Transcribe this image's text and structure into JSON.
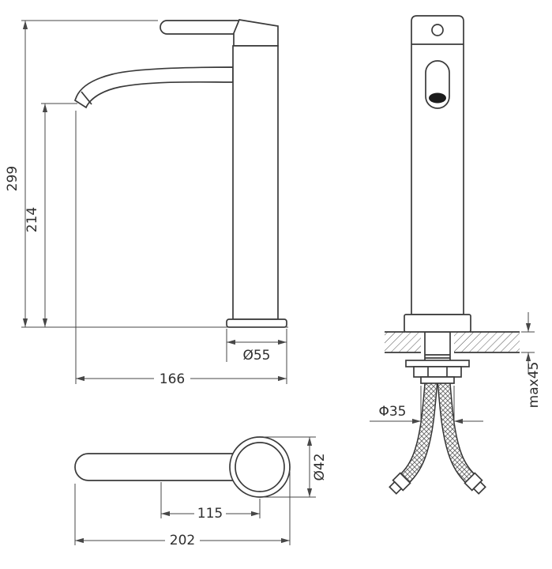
{
  "colors": {
    "line": "#3a3a3a",
    "dimension": "#474747",
    "background": "#ffffff",
    "spout_hole": "#1c1c1c"
  },
  "dimensions": {
    "front_total_height": "299",
    "front_spout_height": "214",
    "front_base_diameter": "Ø55",
    "front_spout_reach": "166",
    "side_inlet_diameter": "Φ35",
    "side_max_mount_thickness": "max45",
    "top_body_diameter": "Ø42",
    "top_handle_offset": "115",
    "top_total_length": "202"
  }
}
